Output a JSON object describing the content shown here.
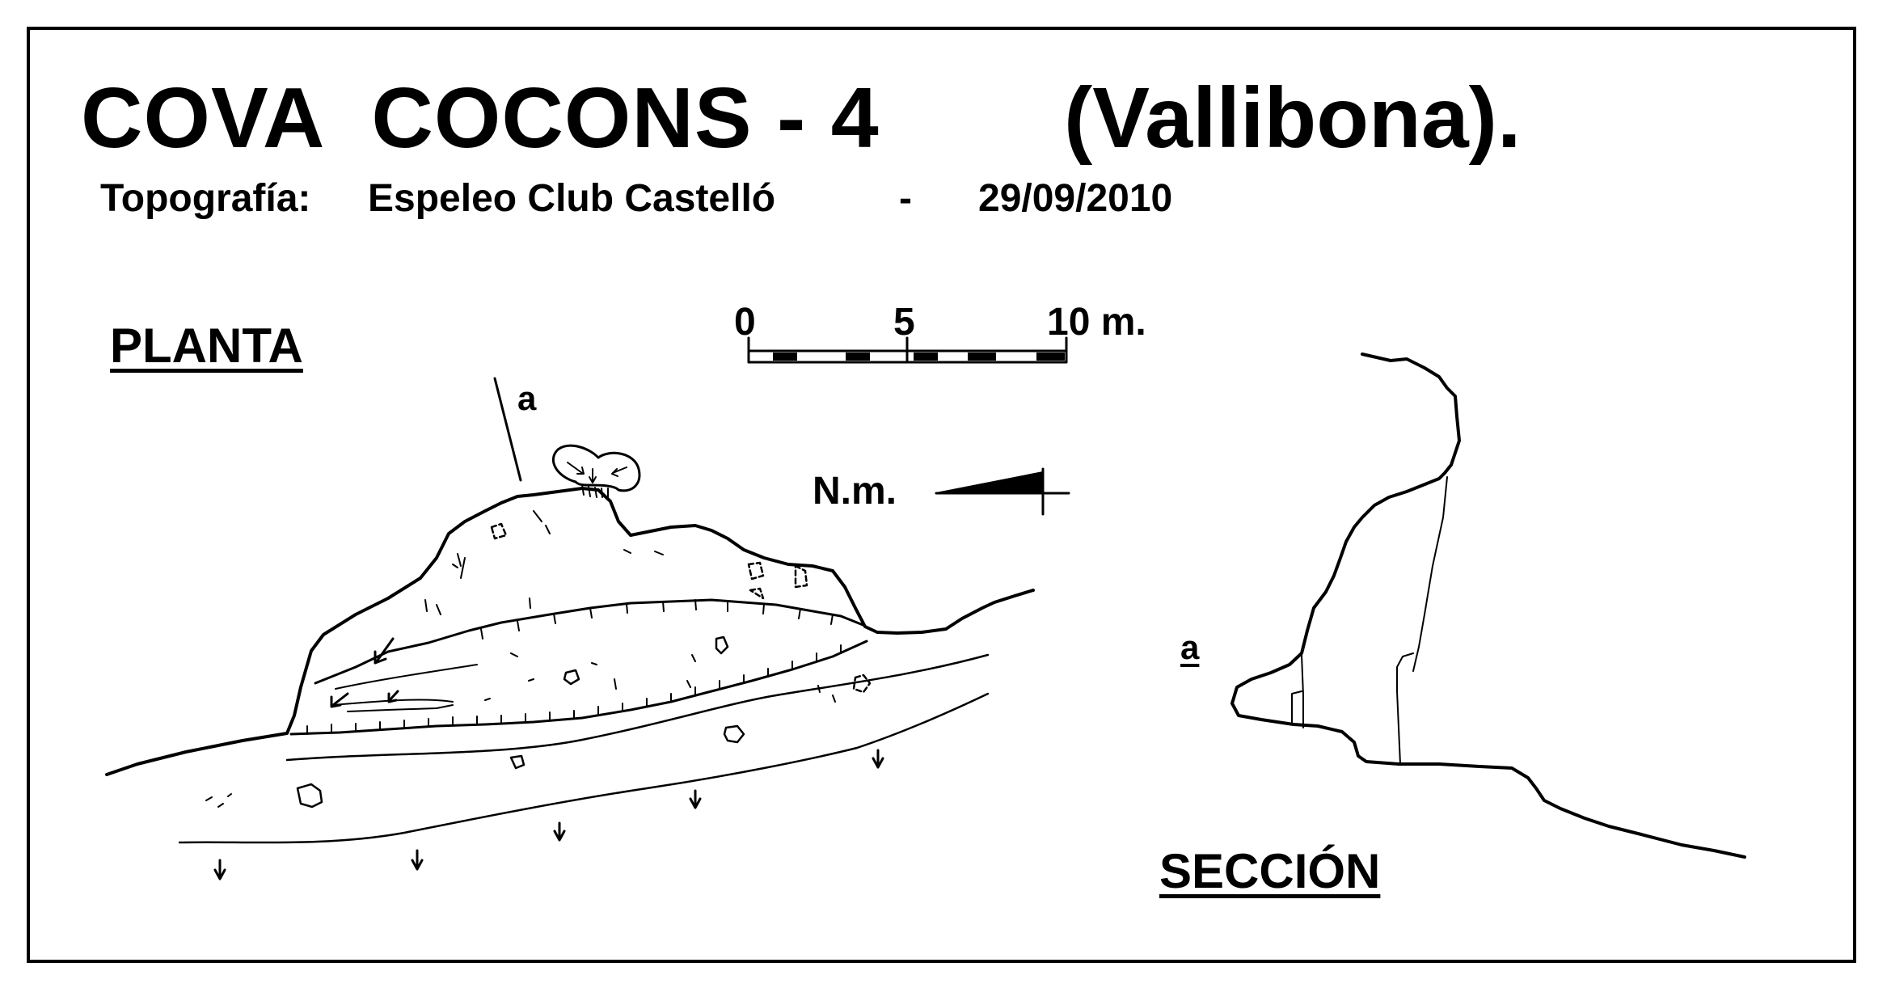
{
  "title": {
    "name": "COVA  COCONS - 4",
    "location": "(Vallibona)."
  },
  "subtitle": {
    "label": "Topografía:",
    "author": "Espeleo Club Castelló",
    "separator": "-",
    "date": "29/09/2010"
  },
  "views": {
    "plan": "PLANTA",
    "section": "SECCIÓN"
  },
  "scale": {
    "tick_0": "0",
    "tick_5": "5",
    "tick_10": "10 m."
  },
  "north": {
    "label": "N.m."
  },
  "section_marker": {
    "plan_label": "a",
    "section_label": "a"
  },
  "colors": {
    "ink": "#000000",
    "paper": "#ffffff"
  }
}
